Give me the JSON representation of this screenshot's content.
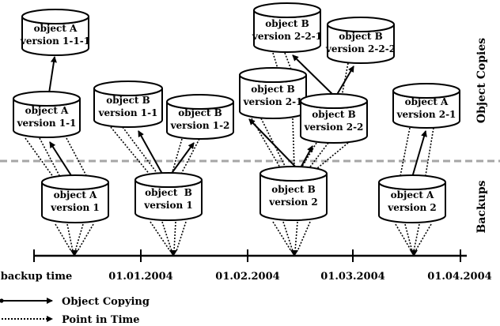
{
  "sections": {
    "top": "Object Copies",
    "bottom": "Backups"
  },
  "timeline": {
    "start_label": "backup time",
    "dates": [
      "01.01.2004",
      "01.02.2004",
      "01.03.2004",
      "01.04.2004"
    ]
  },
  "backups": {
    "a1": [
      "object A",
      "version 1"
    ],
    "b1": [
      "object  B",
      "version 1"
    ],
    "b2": [
      "object B",
      "version 2"
    ],
    "a2": [
      "object A",
      "version 2"
    ]
  },
  "copies": {
    "a11": [
      "object A",
      "version 1-1"
    ],
    "a111": [
      "object A",
      "version 1-1-1"
    ],
    "b11": [
      "object B",
      "version 1-1"
    ],
    "b12": [
      "object B",
      "version 1-2"
    ],
    "b21": [
      "object B",
      "version 2-1"
    ],
    "b22": [
      "object B",
      "version 2-2"
    ],
    "b221": [
      "object B",
      "version 2-2-1"
    ],
    "b222": [
      "object B",
      "version 2-2-2"
    ],
    "a21": [
      "object A",
      "version 2-1"
    ]
  },
  "legend": {
    "copying": "Object Copying",
    "point_in_time": "Point in Time"
  }
}
